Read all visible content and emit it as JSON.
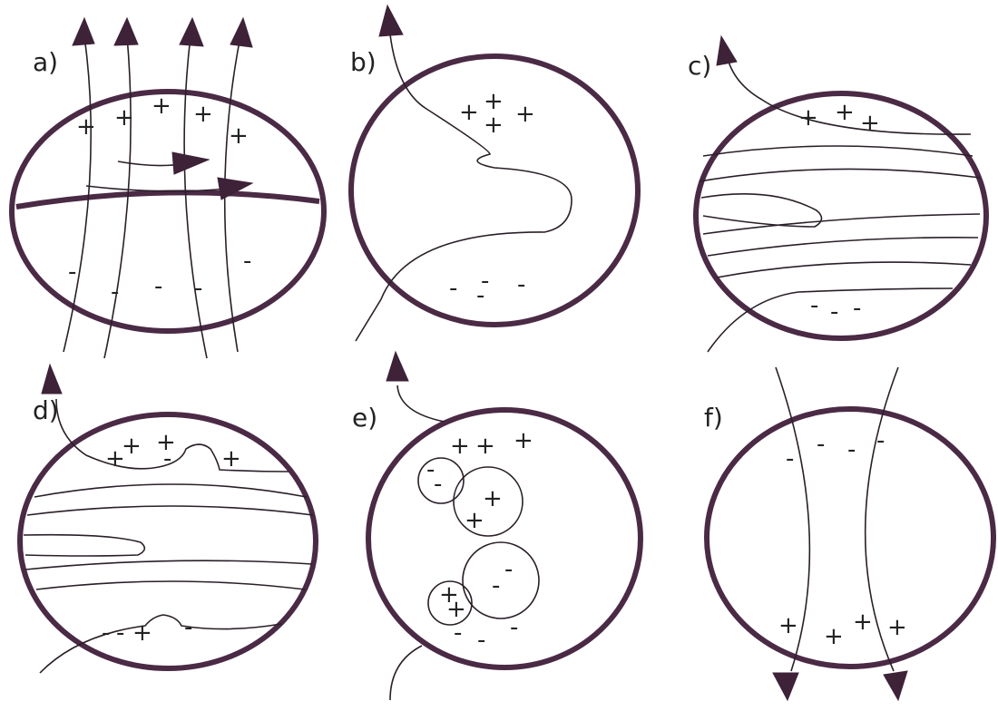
{
  "panels": [
    {
      "label": "a)",
      "charges": [
        "+",
        "+",
        "+",
        "+",
        "+",
        "-",
        "-",
        "-",
        "-",
        "-"
      ]
    },
    {
      "label": "b)",
      "charges": [
        "+",
        "+",
        "+",
        "+",
        "-",
        "-",
        "-",
        "-"
      ]
    },
    {
      "label": "c)",
      "charges": [
        "+",
        "+",
        "+",
        "-",
        "-",
        "-"
      ]
    },
    {
      "label": "d)",
      "charges": [
        "+",
        "+",
        "+",
        "-",
        "+",
        "-",
        "-",
        "+",
        "-"
      ]
    },
    {
      "label": "e)",
      "charges": [
        "+",
        "+",
        "+",
        "-",
        "-",
        "+",
        "+",
        "-",
        "-",
        "+",
        "+",
        "-",
        "-",
        "-"
      ]
    },
    {
      "label": "f)",
      "charges": [
        "-",
        "-",
        "-",
        "-",
        "+",
        "+",
        "+",
        "+"
      ]
    }
  ],
  "colors": {
    "outline": "#4a2a45",
    "line": "#2a1f28",
    "arrow": "#3d2238"
  }
}
